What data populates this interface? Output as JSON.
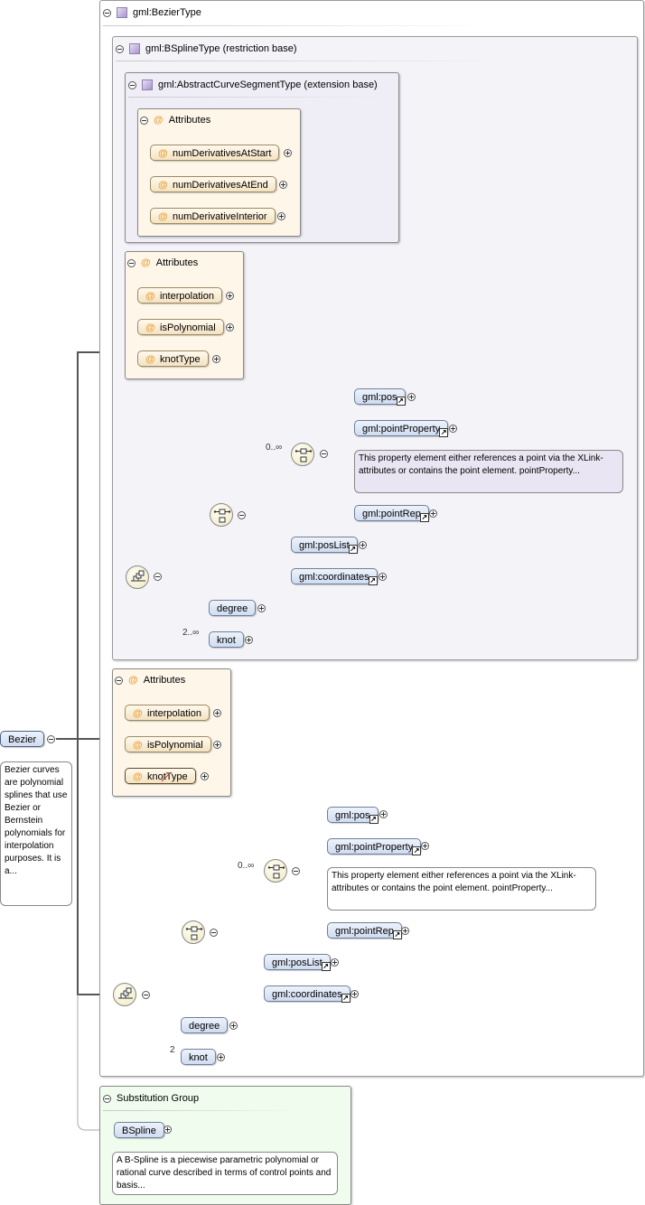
{
  "bezier_type": {
    "header": "gml:BezierType"
  },
  "bspline_type": {
    "header": "gml:BSplineType (restriction base)"
  },
  "abstract_curve": {
    "header": "gml:AbstractCurveSegmentType (extension base)",
    "attributes_label": "Attributes",
    "attributes": [
      "numDerivativesAtStart",
      "numDerivativesAtEnd",
      "numDerivativeInterior"
    ]
  },
  "bspline_attributes": {
    "label": "Attributes",
    "items": [
      "interpolation",
      "isPolynomial",
      "knotType"
    ]
  },
  "bspline_sequence": {
    "choice_occurs": "0..∞",
    "pos": "gml:pos",
    "point_property": "gml:pointProperty",
    "point_property_note": "This property element either references a point via the XLink-attributes or contains the point element. pointProperty...",
    "point_rep": "gml:pointRep",
    "pos_list": "gml:posList",
    "coordinates": "gml:coordinates",
    "degree": "degree",
    "knot": "knot",
    "knot_occurs": "2..∞"
  },
  "bezier_attributes": {
    "label": "Attributes",
    "items": [
      "interpolation",
      "isPolynomial",
      "knotType"
    ]
  },
  "bezier_sequence": {
    "choice_occurs": "0..∞",
    "pos": "gml:pos",
    "point_property": "gml:pointProperty",
    "point_property_note": "This property element either references a point via the XLink-attributes or contains the point element. pointProperty...",
    "point_rep": "gml:pointRep",
    "pos_list": "gml:posList",
    "coordinates": "gml:coordinates",
    "degree": "degree",
    "knot": "knot",
    "knot_occurs": "2"
  },
  "root": {
    "name": "Bezier",
    "note": "Bezier curves are polynomial splines that use Bezier or Bernstein polynomials for interpolation purposes. It is a..."
  },
  "substitution": {
    "header": "Substitution Group",
    "element": "BSpline",
    "note": "A B-Spline is a piecewise parametric polynomial or rational curve described in terms of control points and basis..."
  }
}
